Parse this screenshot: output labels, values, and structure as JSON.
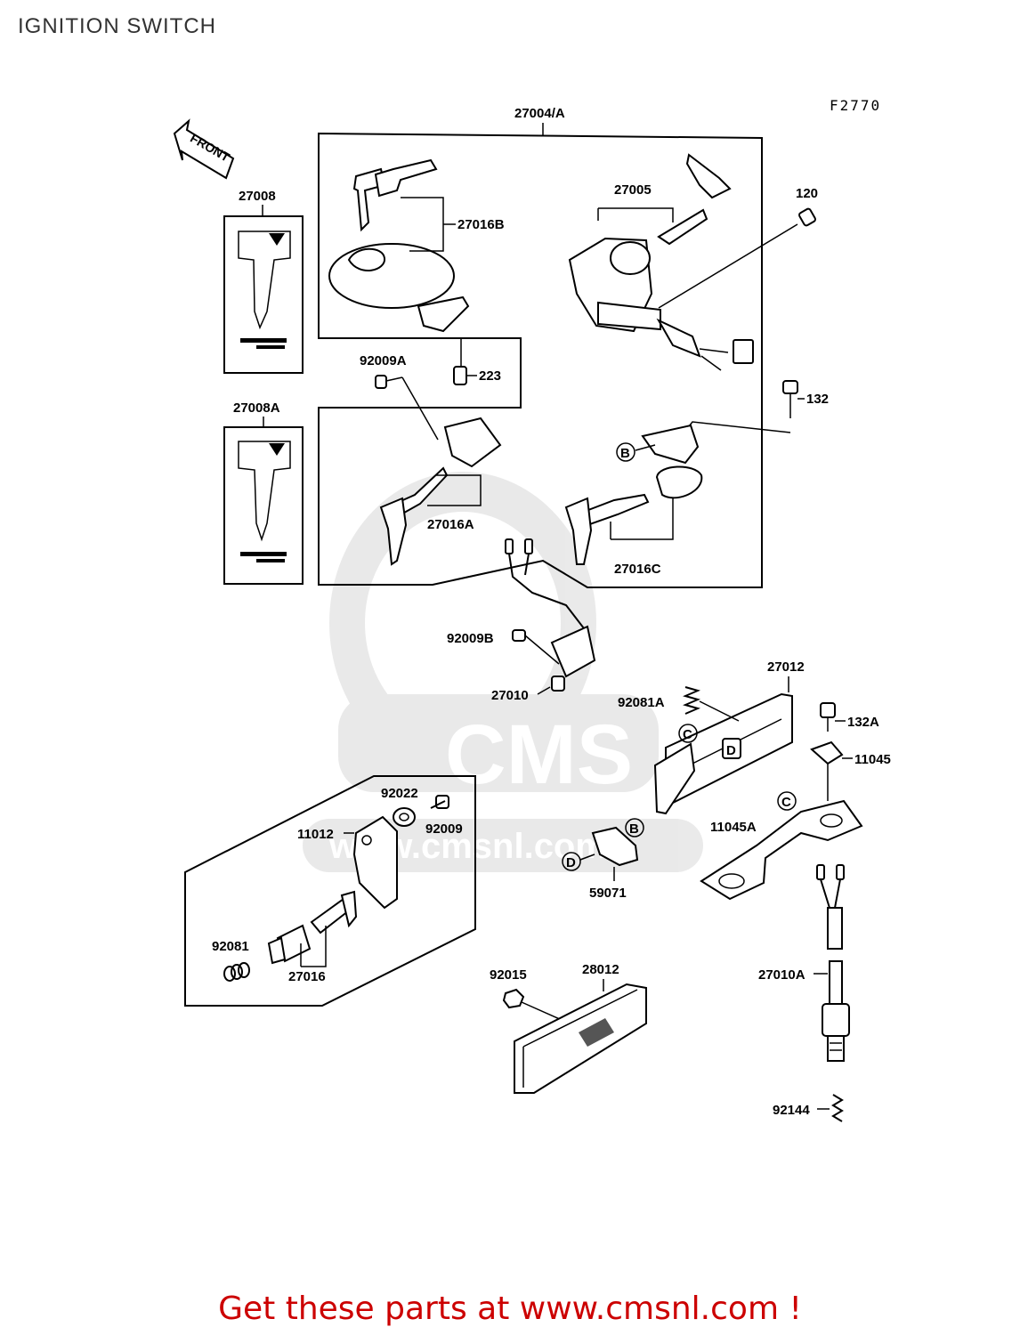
{
  "title": "IGNITION SWITCH",
  "figure_code": "F2770",
  "front_label": "FRONT",
  "watermark": {
    "brand": "CMS",
    "url": "www.cmsnl.com"
  },
  "labels": {
    "l27004A": "27004/A",
    "l27008": "27008",
    "l27008A": "27008A",
    "l27016B": "27016B",
    "l27005": "27005",
    "l120": "120",
    "l92009A": "92009A",
    "l223": "223",
    "l132": "132",
    "l27016A": "27016A",
    "l27016C": "27016C",
    "l92009B": "92009B",
    "l27010": "27010",
    "l27012": "27012",
    "l92081A": "92081A",
    "l132A": "132A",
    "l11045": "11045",
    "l92022": "92022",
    "l11012": "11012",
    "l92009": "92009",
    "l11045A": "11045A",
    "l59071": "59071",
    "l92081": "92081",
    "l27016": "27016",
    "l92015": "92015",
    "l28012": "28012",
    "l27010A": "27010A",
    "l92144": "92144"
  },
  "callouts": {
    "B": "B",
    "C": "C",
    "D": "D"
  },
  "footer": {
    "text": "Get these parts at www.cmsnl.com !",
    "color": "#cc0000"
  }
}
